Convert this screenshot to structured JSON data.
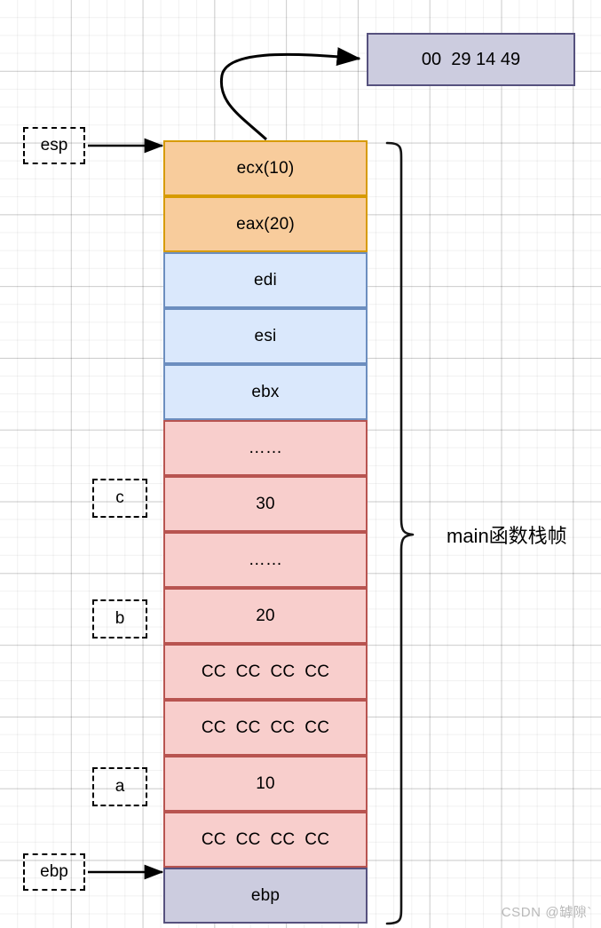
{
  "diagram": {
    "title": "main函数栈帧",
    "watermark": "CSDN @罅隙`",
    "value_box": {
      "text": "00  29 14 49"
    },
    "pointers": [
      {
        "name": "esp",
        "label": "esp"
      },
      {
        "name": "ebp",
        "label": "ebp"
      },
      {
        "name": "c",
        "label": "c"
      },
      {
        "name": "b",
        "label": "b"
      },
      {
        "name": "a",
        "label": "a"
      }
    ],
    "stack_cells": [
      {
        "label": "ecx(10)",
        "kind": "orange"
      },
      {
        "label": "eax(20)",
        "kind": "orange"
      },
      {
        "label": "edi",
        "kind": "blue"
      },
      {
        "label": "esi",
        "kind": "blue"
      },
      {
        "label": "ebx",
        "kind": "blue"
      },
      {
        "label": "……",
        "kind": "pink"
      },
      {
        "label": "30",
        "kind": "pink"
      },
      {
        "label": "……",
        "kind": "pink"
      },
      {
        "label": "20",
        "kind": "pink"
      },
      {
        "label": "CC  CC  CC  CC",
        "kind": "pink"
      },
      {
        "label": "CC  CC  CC  CC",
        "kind": "pink"
      },
      {
        "label": "10",
        "kind": "pink"
      },
      {
        "label": "CC  CC  CC  CC",
        "kind": "pink"
      },
      {
        "label": "ebp",
        "kind": "purple"
      }
    ],
    "colors": {
      "orange_fill": "#f8cc9c",
      "orange_stroke": "#d79b00",
      "blue_fill": "#dae8fc",
      "blue_stroke": "#6c8ebf",
      "pink_fill": "#f8cecc",
      "pink_stroke": "#b85450",
      "purple_fill": "#ccccdf",
      "purple_stroke": "#56517e",
      "arrow": "#000000",
      "watermark": "#b9b9b9"
    }
  }
}
